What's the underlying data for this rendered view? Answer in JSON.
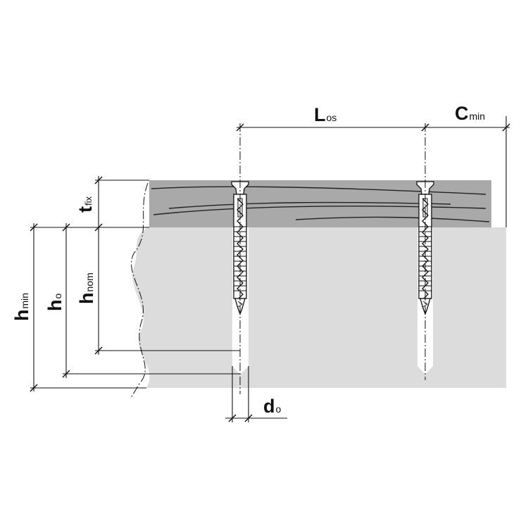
{
  "labels": {
    "spacing": {
      "main": "L",
      "sub": "os"
    },
    "edge_distance": {
      "main": "C",
      "sub": "min"
    },
    "fixture_thickness": {
      "main": "t",
      "sub": "fix"
    },
    "min_member_thickness": {
      "main": "h",
      "sub": "min"
    },
    "drill_depth": {
      "main": "h",
      "sub": "o"
    },
    "embedment_depth": {
      "main": "h",
      "sub": "nom"
    },
    "drill_diameter": {
      "main": "d",
      "sub": "o"
    }
  },
  "colors": {
    "base_material": "#dcdcdc",
    "fixture": "#a9a9a9",
    "drill_hole": "#ffffff",
    "line": "#111111"
  }
}
